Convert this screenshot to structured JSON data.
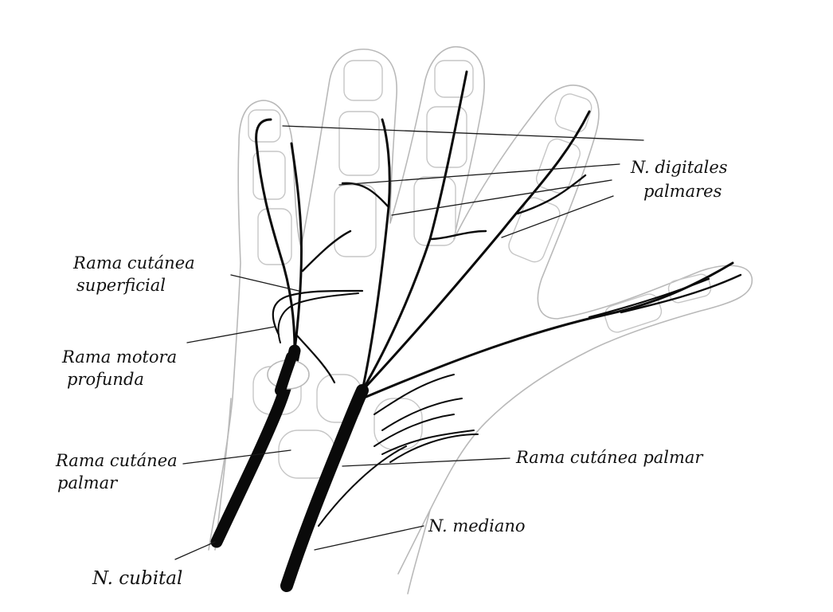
{
  "labels": {
    "digitales_line1": "N. digitales",
    "digitales_line2": "palmares",
    "rama_superficial_line1": "Rama cutánea",
    "rama_superficial_line2": "superficial",
    "rama_motora_line1": "Rama motora",
    "rama_motora_line2": "profunda",
    "rama_cutanea_palmar_left_line1": "Rama cutánea",
    "rama_cutanea_palmar_left_line2": "palmar",
    "rama_cutanea_palmar_right": "Rama cutánea palmar",
    "n_mediano": "N. mediano",
    "n_cubital": "N. cubital"
  },
  "colors": {
    "background": "#ffffff",
    "nerve": "#0a0a0a",
    "outline": "#b9b9b9",
    "text": "#111111"
  }
}
